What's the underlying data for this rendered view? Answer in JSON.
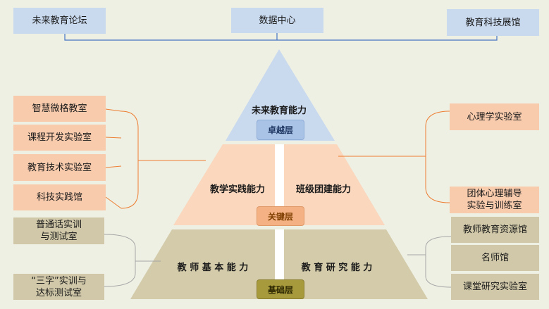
{
  "top_boxes": [
    "未来教育论坛",
    "数据中心",
    "教育科技展馆"
  ],
  "pyramid": {
    "top": {
      "title": "未来教育能力",
      "badge": "卓越层"
    },
    "middle": {
      "left": "教学实践能力",
      "right": "班级团建能力",
      "badge": "关键层"
    },
    "bottom": {
      "left": "教 师 基 本 能 力",
      "right": "教 育 研 究 能 力",
      "badge": "基础层"
    }
  },
  "left_orange": [
    "智慧微格教室",
    "课程开发实验室",
    "教育技术实验室",
    "科技实践馆"
  ],
  "left_tan": [
    "普通话实训\n与测试室",
    "“三字”实训与\n达标测试室"
  ],
  "right_orange": [
    "心理学实验室",
    "团体心理辅导\n实验与训练室"
  ],
  "right_tan": [
    "教师教育资源馆",
    "名师馆",
    "课堂研究实验室"
  ],
  "colors": {
    "background": "#eef0e4",
    "blue": "#c9d9ee",
    "orange": "#f8cbad",
    "tan": "#d0c8a8",
    "connector_blue": "#4472c4",
    "connector_orange": "#ed7d31",
    "connector_gray": "#a6a6a6"
  }
}
